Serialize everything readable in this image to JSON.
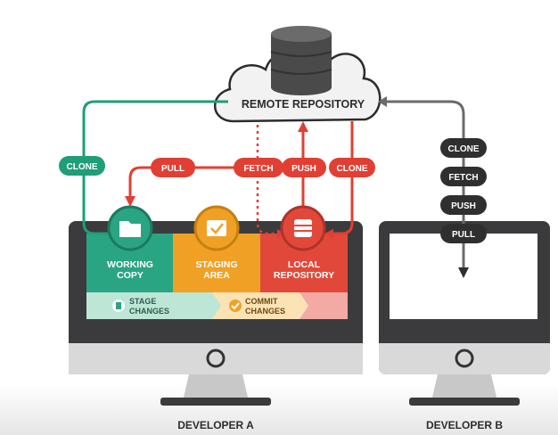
{
  "remote": {
    "label": "REMOTE REPOSITORY"
  },
  "developer_a": {
    "label": "DEVELOPER A",
    "sections": [
      {
        "label_line1": "WORKING",
        "label_line2": "COPY",
        "color": "#2aa583"
      },
      {
        "label_line1": "STAGING",
        "label_line2": "AREA",
        "color": "#f0a125"
      },
      {
        "label_line1": "LOCAL",
        "label_line2": "REPOSITORY",
        "color": "#e2483a"
      }
    ],
    "actions": [
      {
        "line1": "STAGE",
        "line2": "CHANGES"
      },
      {
        "line1": "COMMIT",
        "line2": "CHANGES"
      }
    ]
  },
  "developer_b": {
    "label": "DEVELOPER B"
  },
  "pills": {
    "clone_left": "CLONE",
    "pull": "PULL",
    "fetch": "FETCH",
    "push": "PUSH",
    "clone_right": "CLONE"
  },
  "dev_b_pills": [
    "CLONE",
    "FETCH",
    "PUSH",
    "PULL"
  ],
  "colors": {
    "green": "#1f9e78",
    "red": "#e13f33",
    "dark": "#2f2f2f",
    "monitor": "#3d3d3f",
    "gray_arrow": "#6b6b6b"
  }
}
